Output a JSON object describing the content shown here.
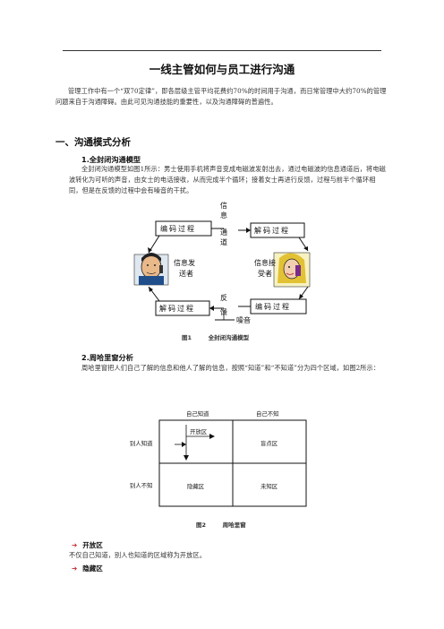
{
  "title": "一线主管如何与员工进行沟通",
  "intro": "管理工作中有一个“双70定律”，即各层级主管平均花费约70%的时间用于沟通，而日常管理中大约70%的管理问题来自于沟通障碍。由此可见沟通技能的重要性，以及沟通障碍的普遍性。",
  "section1": {
    "heading": "一、沟通模式分析",
    "sub1": {
      "heading": "1.全封闭沟通模型",
      "body": "全封闭沟通模型如图1所示：男士使用手机将声音变成电磁波发射出去，通过电磁波的信息通道后，将电磁波转化为可听的声音，由女士的电话接收，从而完成半个循环；接着女士再进行反馈，过程与前半个循环相同，但是在反馈的过程中会有噪音的干扰。"
    },
    "fig1": {
      "encode_left": "编码过程",
      "decode_right": "解码过程",
      "channel": "信息通道",
      "sender": "信息发送者",
      "receiver": "信息接受者",
      "decode_left": "解码过程",
      "feedback": "反馈",
      "encode_right": "编码过程",
      "noise": "噪音",
      "caption_num": "图1",
      "caption_text": "全封闭沟通模型"
    },
    "sub2": {
      "heading": "2.周哈里窗分析",
      "body": "周哈里窗把人们自己了解的信息和他人了解的信息，按照“知道”和“不知道”分为四个区域，如图2所示："
    },
    "fig2": {
      "col_known": "自己知道",
      "col_unknown": "自己不知",
      "row_known": "别人知道",
      "row_unknown": "别人不知",
      "open": "开放区",
      "blind": "盲点区",
      "hidden": "隐藏区",
      "unknown": "未知区",
      "caption_num": "图2",
      "caption_text": "周哈里窗"
    },
    "bullets": [
      {
        "label": "开放区",
        "text": "不仅自己知道，别人也知道的区域称为开放区。"
      },
      {
        "label": "隐藏区"
      }
    ]
  }
}
